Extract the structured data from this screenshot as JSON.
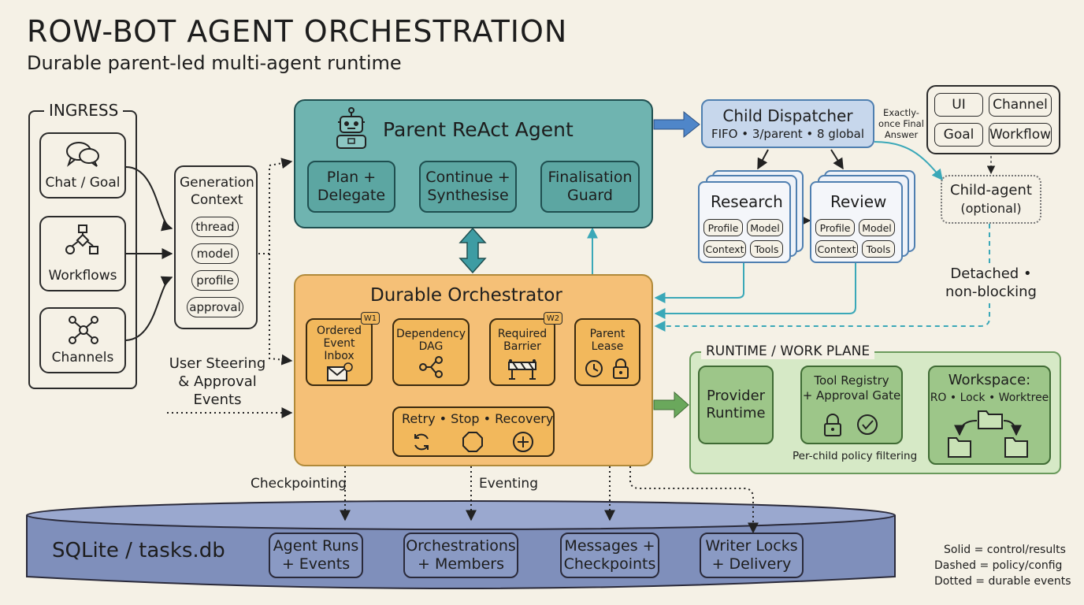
{
  "header": {
    "title": "ROW-BOT AGENT ORCHESTRATION",
    "subtitle": "Durable parent-led multi-agent runtime"
  },
  "ingress": {
    "label": "INGRESS",
    "items": [
      {
        "label": "Chat / Goal",
        "icon": "chat-bubbles-icon"
      },
      {
        "label": "Workflows",
        "icon": "workflow-graph-icon"
      },
      {
        "label": "Channels",
        "icon": "network-nodes-icon"
      }
    ]
  },
  "generation_context": {
    "title_line1": "Generation",
    "title_line2": "Context",
    "chips": [
      "thread",
      "model",
      "profile",
      "approval"
    ]
  },
  "steering": {
    "line1": "User Steering",
    "line2": "& Approval",
    "line3": "Events"
  },
  "parent_agent": {
    "title": "Parent ReAct Agent",
    "icon": "robot-icon",
    "steps": [
      {
        "line1": "Plan +",
        "line2": "Delegate"
      },
      {
        "line1": "Continue +",
        "line2": "Synthesise"
      },
      {
        "line1": "Finalisation",
        "line2": "Guard"
      }
    ]
  },
  "dispatcher": {
    "title": "Child Dispatcher",
    "detail": "FIFO • 3/parent • 8 global",
    "note_line1": "Exactly-",
    "note_line2": "once Final",
    "note_line3": "Answer"
  },
  "interfaces": {
    "items": [
      "UI",
      "Channel",
      "Goal",
      "Workflow"
    ]
  },
  "children": [
    {
      "title": "Research",
      "chips": [
        "Profile",
        "Model",
        "Context",
        "Tools"
      ]
    },
    {
      "title": "Review",
      "chips": [
        "Profile",
        "Model",
        "Context",
        "Tools"
      ]
    }
  ],
  "child_agent": {
    "line1": "Child-agent",
    "line2": "(optional)"
  },
  "detached": {
    "line1": "Detached •",
    "line2": "non-blocking"
  },
  "orchestrator": {
    "title": "Durable Orchestrator",
    "cards": [
      {
        "line1": "Ordered",
        "line2": "Event",
        "line3": "Inbox",
        "badge": "W1",
        "icon": "envelope-icon"
      },
      {
        "line1": "Dependency",
        "line2": "DAG",
        "icon": "dag-icon"
      },
      {
        "line1": "Required",
        "line2": "Barrier",
        "badge": "W2",
        "icon": "barrier-icon"
      },
      {
        "line1": "Parent",
        "line2": "Lease",
        "icon": "clock-lock-icon"
      }
    ],
    "recovery": "Retry • Stop • Recovery",
    "recovery_icons": [
      "refresh-icon",
      "stop-icon",
      "plus-icon"
    ]
  },
  "runtime": {
    "label": "RUNTIME / WORK PLANE",
    "provider": {
      "line1": "Provider",
      "line2": "Runtime"
    },
    "registry": {
      "line1": "Tool Registry",
      "line2": "+ Approval Gate"
    },
    "workspace": {
      "line1": "Workspace:",
      "line2": "RO • Lock • Worktree"
    },
    "policy_note": "Per-child policy filtering"
  },
  "edges": {
    "checkpointing": "Checkpointing",
    "eventing": "Eventing"
  },
  "database": {
    "name": "SQLite / tasks.db",
    "tables": [
      {
        "line1": "Agent Runs",
        "line2": "+ Events"
      },
      {
        "line1": "Orchestrations",
        "line2": "+ Members"
      },
      {
        "line1": "Messages +",
        "line2": "Checkpoints"
      },
      {
        "line1": "Writer Locks",
        "line2": "+ Delivery"
      }
    ]
  },
  "legend": {
    "solid": "Solid = control/results",
    "dashed": "Dashed = policy/config",
    "dotted": "Dotted = durable events"
  },
  "colors": {
    "teal": "#6cb2ae",
    "orange": "#f2b85c",
    "green": "#b9d9a6",
    "blue": "#c7d7ec",
    "db": "#7f8fbb"
  }
}
